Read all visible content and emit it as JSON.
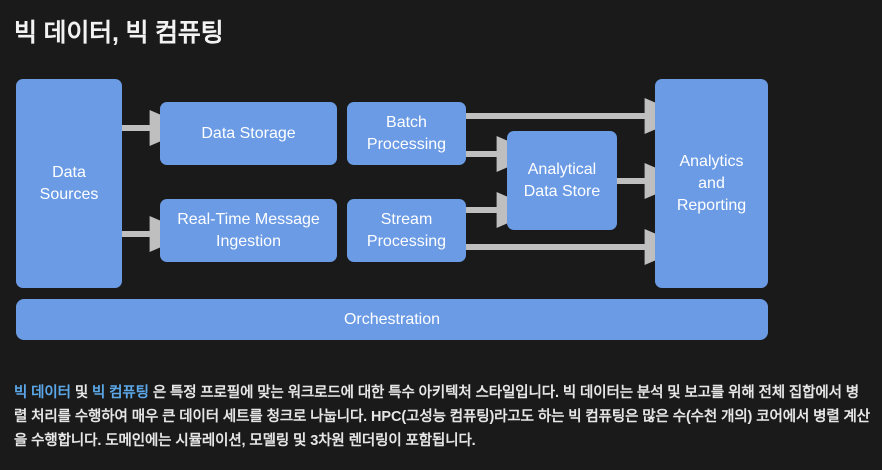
{
  "page": {
    "title": "빅 데이터, 빅 컴퓨팅",
    "background_color": "#1a1a1a",
    "node_color": "#6b9be5",
    "arrow_color": "#bfbfbf",
    "link_color": "#5ba7e8",
    "text_color": "#e6e6e6"
  },
  "diagram": {
    "nodes": {
      "data_sources": "Data\nSources",
      "data_sources_line1": "Data",
      "data_sources_line2": "Sources",
      "data_storage": "Data Storage",
      "realtime_ingestion_line1": "Real-Time Message",
      "realtime_ingestion_line2": "Ingestion",
      "batch_processing_line1": "Batch",
      "batch_processing_line2": "Processing",
      "stream_processing_line1": "Stream",
      "stream_processing_line2": "Processing",
      "analytical_data_store_line1": "Analytical",
      "analytical_data_store_line2": "Data Store",
      "analytics_reporting_line1": "Analytics",
      "analytics_reporting_line2": "and",
      "analytics_reporting_line3": "Reporting",
      "orchestration": "Orchestration"
    }
  },
  "description": {
    "link1": "빅 데이터",
    "mid1": " 및 ",
    "link2": "빅 컴퓨팅",
    "rest": " 은 특정 프로필에 맞는 워크로드에 대한 특수 아키텍처 스타일입니다. 빅 데이터는 분석 및 보고를 위해 전체 집합에서 병렬 처리를 수행하여 매우 큰 데이터 세트를 청크로 나눕니다. HPC(고성능 컴퓨팅)라고도 하는 빅 컴퓨팅은 많은 수(수천 개의) 코어에서 병렬 계산을 수행합니다. 도메인에는 시뮬레이션, 모델링 및 3차원 렌더링이 포함됩니다."
  }
}
